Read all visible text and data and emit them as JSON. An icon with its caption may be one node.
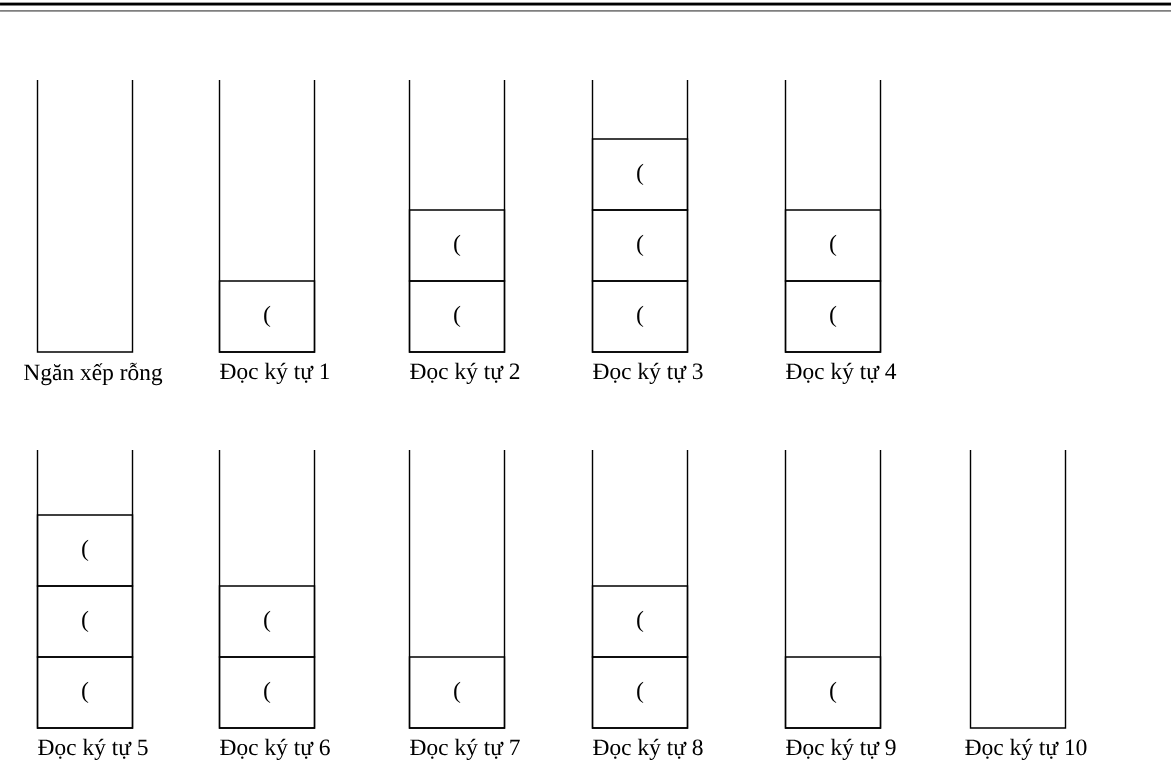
{
  "diagram": {
    "nodes": [
      {
        "text": [],
        "shape": "box",
        "beside": [
          "Ngăn xếp rỗng"
        ]
      },
      {
        "text": [],
        "shape": "box",
        "beside": [
          "Đọc ký tự 1"
        ]
      },
      {
        "text": [
          "("
        ],
        "in": 1
      },
      {
        "text": [],
        "shape": "box",
        "beside": [
          "Đọc ký tự 2"
        ]
      },
      {
        "text": [
          "("
        ],
        "in": 3
      },
      {
        "text": [
          "("
        ],
        "in": 3
      },
      {
        "text": [],
        "shape": "box",
        "beside": [
          "Đọc ký tự 3"
        ]
      },
      {
        "text": [
          "("
        ],
        "in": 6
      },
      {
        "text": [
          "("
        ],
        "in": 6
      },
      {
        "text": [
          "("
        ],
        "in": 6
      },
      {
        "text": [],
        "shape": "box",
        "beside": [
          "Đọc ký tự 4"
        ]
      },
      {
        "text": [
          "("
        ],
        "in": 10
      },
      {
        "text": [
          "("
        ],
        "in": 10
      },
      {
        "text": [],
        "shape": "box",
        "beside": [
          "Đọc ký tự 5"
        ]
      },
      {
        "text": [
          "("
        ],
        "in": 13
      },
      {
        "text": [
          "("
        ],
        "in": 13
      },
      {
        "text": [
          "("
        ],
        "in": 13
      },
      {
        "text": [],
        "shape": "box",
        "beside": [
          "Đọc ký tự 6"
        ]
      },
      {
        "text": [
          "("
        ],
        "in": 17
      },
      {
        "text": [
          "("
        ],
        "in": 17
      },
      {
        "text": [],
        "shape": "box",
        "beside": [
          "Đọc ký tự 7"
        ]
      },
      {
        "text": [
          "("
        ],
        "in": 20
      },
      {
        "text": [],
        "shape": "box",
        "beside": [
          "Đọc ký tự 8"
        ]
      },
      {
        "text": [
          "("
        ],
        "in": 22
      },
      {
        "text": [
          "("
        ],
        "in": 22
      },
      {
        "text": [],
        "shape": "box",
        "beside": [
          "Đọc ký tự 9"
        ]
      },
      {
        "text": [
          "("
        ],
        "in": 25
      },
      {
        "text": [],
        "shape": "box",
        "beside": [
          "Đọc ký tự 10"
        ]
      }
    ],
    "edges": []
  }
}
